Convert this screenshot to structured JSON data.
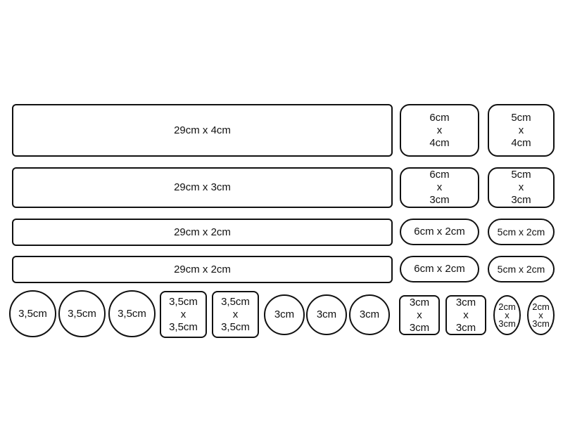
{
  "strips": [
    {
      "id": "29x4",
      "label": "29cm x 4cm"
    },
    {
      "id": "29x3",
      "label": "29cm x 3cm"
    },
    {
      "id": "29x2a",
      "label": "29cm x 2cm"
    },
    {
      "id": "29x2b",
      "label": "29cm x 2cm"
    }
  ],
  "patches": {
    "p6x4": {
      "line1": "6cm",
      "line2": "x",
      "line3": "4cm"
    },
    "p5x4": {
      "line1": "5cm",
      "line2": "x",
      "line3": "4cm"
    },
    "p6x3": {
      "line1": "6cm",
      "line2": "x",
      "line3": "3cm"
    },
    "p5x3": {
      "line1": "5cm",
      "line2": "x",
      "line3": "3cm"
    },
    "p6x2a": {
      "label": "6cm x 2cm"
    },
    "p5x2a": {
      "label": "5cm x 2cm"
    },
    "p6x2b": {
      "label": "6cm x 2cm"
    },
    "p5x2b": {
      "label": "5cm x 2cm"
    }
  },
  "bottom_row": {
    "circle35": [
      "3,5cm",
      "3,5cm",
      "3,5cm"
    ],
    "square35": [
      {
        "line1": "3,5cm",
        "line2": "x",
        "line3": "3,5cm"
      },
      {
        "line1": "3,5cm",
        "line2": "x",
        "line3": "3,5cm"
      }
    ],
    "circle3": [
      "3cm",
      "3cm",
      "3cm"
    ],
    "square3": [
      {
        "line1": "3cm",
        "line2": "x",
        "line3": "3cm"
      },
      {
        "line1": "3cm",
        "line2": "x",
        "line3": "3cm"
      }
    ],
    "oval2x3": [
      {
        "line1": "2cm",
        "line2": "x",
        "line3": "3cm"
      },
      {
        "line1": "2cm",
        "line2": "x",
        "line3": "3cm"
      }
    ]
  }
}
